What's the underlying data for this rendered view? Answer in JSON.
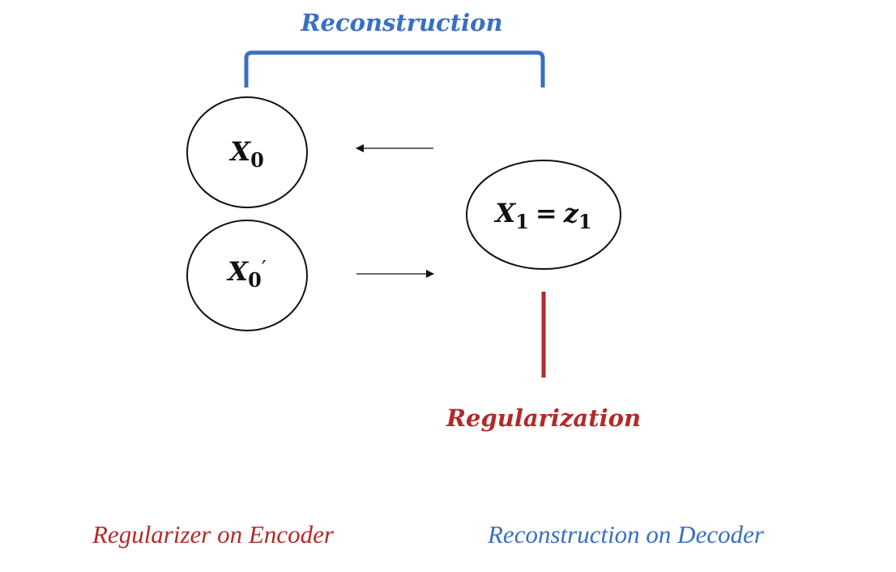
{
  "colors": {
    "blue": "#3a6fc4",
    "red": "#b22a2a",
    "stroke": "#111111",
    "arrow": "#555555"
  },
  "labels": {
    "top": "Reconstruction",
    "bottom": "Regularization"
  },
  "nodes": {
    "x0": {
      "var": "X",
      "sub": "0",
      "prime": ""
    },
    "x0_prime": {
      "var": "X",
      "sub": "0",
      "prime": "′"
    },
    "x1": {
      "var": "X",
      "sub": "1",
      "eq": "=",
      "var2": "z",
      "sub2": "1"
    }
  },
  "arrows": {
    "upper": {
      "direction": "left"
    },
    "lower": {
      "direction": "right"
    }
  },
  "captions": {
    "left": "Regularizer on Encoder",
    "right": "Reconstruction on Decoder"
  }
}
